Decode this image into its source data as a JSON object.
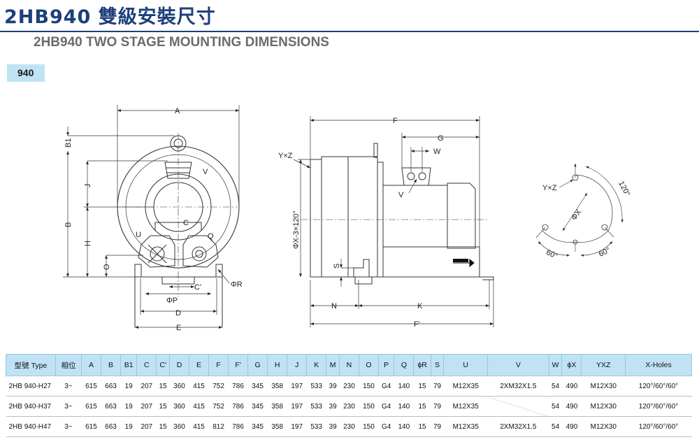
{
  "title_zh": "2HB940 雙級安裝尺寸",
  "title_en": "2HB940 TWO STAGE MOUNTING DIMENSIONS",
  "model_tag": "940",
  "drawing_labels": {
    "front": {
      "A": "A",
      "B1": "B1",
      "B": "B",
      "J": "J",
      "H": "H",
      "O": "O",
      "V": "V",
      "C": "C",
      "U": "U",
      "Q": "Q",
      "C_prime": "C'",
      "PhiR": "ΦR",
      "PhiP": "ΦP",
      "D": "D",
      "E": "E"
    },
    "side": {
      "F": "F",
      "G": "G",
      "W": "W",
      "YxZ": "Y×Z",
      "V": "V",
      "PhiX3": "ΦX-3×120°",
      "S": "S",
      "N": "N",
      "K": "K",
      "F_prime": "F'"
    },
    "flange": {
      "YxZ": "Y×Z",
      "PhiX": "ΦX",
      "deg120": "120°",
      "deg60a": "60°",
      "deg60b": "60°"
    }
  },
  "table": {
    "headers": [
      "型號 Type",
      "相位",
      "A",
      "B",
      "B1",
      "C",
      "C'",
      "D",
      "E",
      "F",
      "F'",
      "G",
      "H",
      "J",
      "K",
      "M",
      "N",
      "O",
      "P",
      "Q",
      "ϕR",
      "S",
      "U",
      "V",
      "W",
      "ϕX",
      "YXZ",
      "X-Holes"
    ],
    "rows": [
      [
        "2HB 940-H27",
        "3~",
        "615",
        "663",
        "19",
        "207",
        "15",
        "360",
        "415",
        "752",
        "786",
        "345",
        "358",
        "197",
        "533",
        "39",
        "230",
        "150",
        "G4",
        "140",
        "15",
        "79",
        "M12X35",
        "2XM32X1.5",
        "54",
        "490",
        "M12X30",
        "120°/60°/60°"
      ],
      [
        "2HB 940-H37",
        "3~",
        "615",
        "663",
        "19",
        "207",
        "15",
        "360",
        "415",
        "752",
        "786",
        "345",
        "358",
        "197",
        "533",
        "39",
        "230",
        "150",
        "G4",
        "140",
        "15",
        "79",
        "M12X35",
        "",
        "54",
        "490",
        "M12X30",
        "120°/60°/60°"
      ],
      [
        "2HB 940-H47",
        "3~",
        "615",
        "663",
        "19",
        "207",
        "15",
        "360",
        "415",
        "812",
        "786",
        "345",
        "358",
        "197",
        "533",
        "39",
        "230",
        "150",
        "G4",
        "140",
        "15",
        "79",
        "M12X35",
        "2XM32X1.5",
        "54",
        "490",
        "M12X30",
        "120°/60°/60°"
      ]
    ]
  }
}
